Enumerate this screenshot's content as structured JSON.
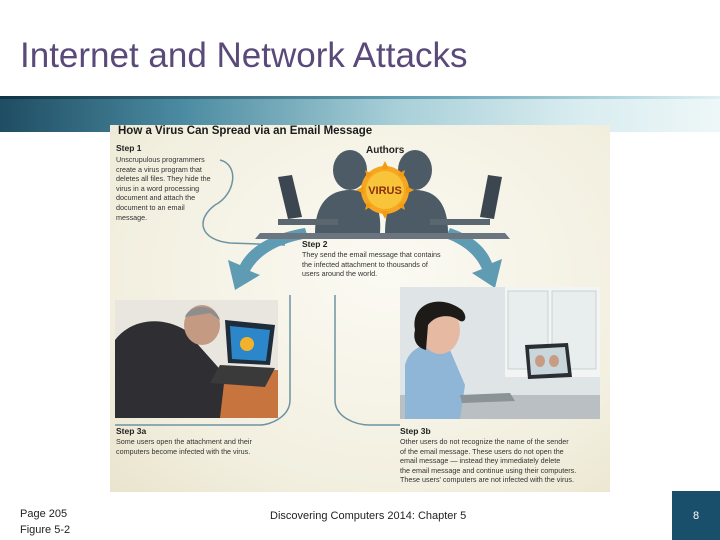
{
  "slide": {
    "title": "Internet and Network Attacks",
    "footer_left": "Page 205\nFigure 5-2",
    "footer_center": "Discovering Computers 2014: Chapter 5",
    "page_number": "8"
  },
  "figure": {
    "title": "How a Virus Can Spread via an Email Message",
    "authors_label": "Authors",
    "virus_label": "VIRUS",
    "steps": [
      {
        "head": "Step 1",
        "text": "Unscrupulous programmers\ncreate a virus program that\ndeletes all files. They hide the\nvirus in a word processing\ndocument and attach the\ndocument to an email\nmessage."
      },
      {
        "head": "Step 2",
        "text": "They send the email message that contains\nthe infected attachment to thousands of\nusers around the world."
      },
      {
        "head": "Step 3a",
        "text": "Some users open the attachment and their\ncomputers become infected with the virus."
      },
      {
        "head": "Step 3b",
        "text": "Other users do not recognize the name of the sender\nof the email message. These users do not open the\nemail message — instead they immediately delete\nthe email message and continue using their computers.\nThese users' computers are not infected with the virus."
      }
    ]
  },
  "colors": {
    "title": "#5a4a7a",
    "band": "#4a8aa0",
    "page_box": "#1a4f6b",
    "arrow": "#5f9bb3"
  }
}
